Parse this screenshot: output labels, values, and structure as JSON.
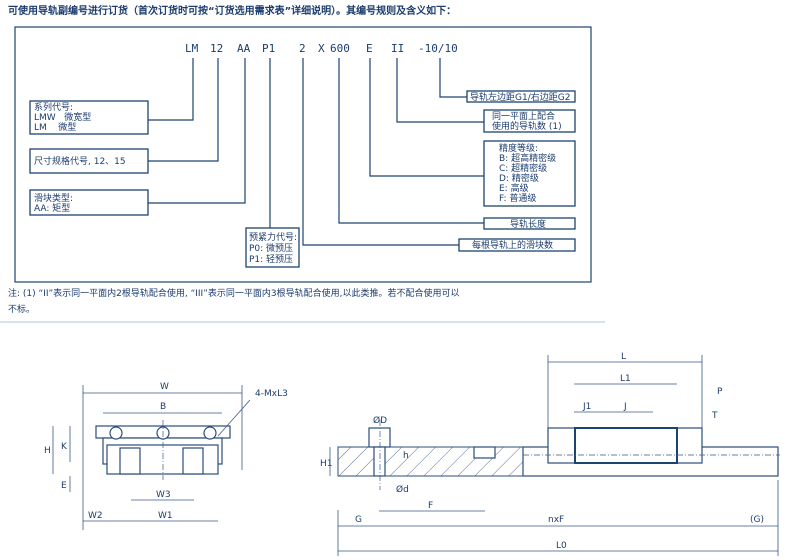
{
  "intro": "可使用导轨副编号进行订货（首次订货时可按“订货选用需求表”详细说明）。其编号规则及含义如下：",
  "code": {
    "series": "LM",
    "size": "12",
    "block_type": "AA",
    "preload": "P1",
    "blocks": "2",
    "x": "X",
    "length": "600",
    "precision": "E",
    "rails": "II",
    "margin": "-10/10"
  },
  "boxes": {
    "series": [
      "系列代号:",
      "LMW   微宽型",
      "LM    微型"
    ],
    "size": [
      "尺寸规格代号, 12、15"
    ],
    "block_type": [
      "滑块类型:",
      "AA: 矩型"
    ],
    "preload": [
      "预紧力代号:",
      "P0: 微预压",
      "P1: 轻预压"
    ],
    "margin": [
      "导轨左边距G1/右边距G2"
    ],
    "rails": [
      "同一平面上配合",
      "使用的导轨数 (1)"
    ],
    "precision": [
      "精度等级:",
      "B: 超高精密级",
      "C: 超精密级",
      "D: 精密级",
      "E: 高级",
      "F: 普通级"
    ],
    "length": [
      "导轨长度"
    ],
    "blocks": [
      "每根导轨上的滑块数"
    ]
  },
  "note": [
    "注: (1) “II”表示同一平面内2根导轨配合使用, “III”表示同一平面内3根导轨配合使用,以此类推。若不配合使用可以",
    "不标。"
  ],
  "cross_section_labels": {
    "W": "W",
    "B": "B",
    "screw": "4-MxL3",
    "H": "H",
    "K": "K",
    "E": "E",
    "W3": "W3",
    "W2": "W2",
    "W1": "W1"
  },
  "side_view_labels": {
    "L": "L",
    "L1": "L1",
    "J1": "J1",
    "J": "J",
    "P": "P",
    "T": "T",
    "D": "ØD",
    "h": "h",
    "H1": "H1",
    "d": "Ød",
    "F": "F",
    "G": "G",
    "nF": "nxF",
    "G2": "(G)",
    "L0": "L0"
  }
}
